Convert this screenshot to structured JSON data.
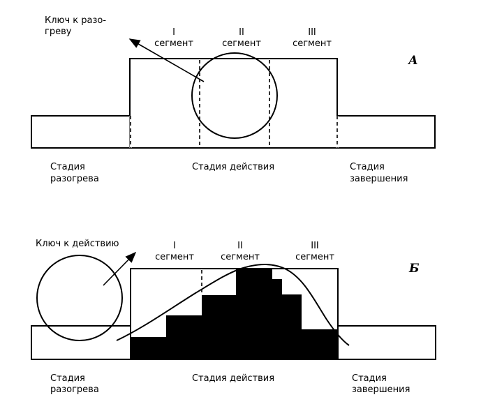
{
  "diagram_a": {
    "panel_label": "А",
    "key_label_line1": "Ключ к разо-",
    "key_label_line2": "греву",
    "segments": [
      {
        "roman": "I",
        "word": "сегмент"
      },
      {
        "roman": "II",
        "word": "сегмент"
      },
      {
        "roman": "III",
        "word": "сегмент"
      }
    ],
    "stage_warmup_line1": "Стадия",
    "stage_warmup_line2": "разогрева",
    "stage_action": "Стадия действия",
    "stage_end_line1": "Стадия",
    "stage_end_line2": "завершения"
  },
  "diagram_b": {
    "panel_label": "Б",
    "key_label": "Ключ к действию",
    "segments": [
      {
        "roman": "I",
        "word": "сегмент"
      },
      {
        "roman": "II",
        "word": "сегмент"
      },
      {
        "roman": "III",
        "word": "сегмент"
      }
    ],
    "stage_warmup_line1": "Стадия",
    "stage_warmup_line2": "разогрева",
    "stage_action": "Стадия действия",
    "stage_end_line1": "Стадия",
    "stage_end_line2": "завершения"
  }
}
